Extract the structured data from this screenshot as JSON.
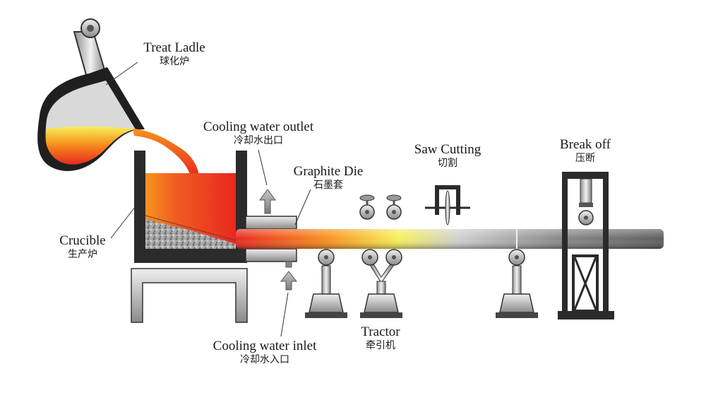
{
  "labels": {
    "treat_ladle": {
      "en": "Treat Ladle",
      "zh": "球化炉"
    },
    "cooling_outlet": {
      "en": "Cooling water outlet",
      "zh": "冷却水出口"
    },
    "graphite_die": {
      "en": "Graphite Die",
      "zh": "石墨套"
    },
    "saw_cutting": {
      "en": "Saw Cutting",
      "zh": "切割"
    },
    "break_off": {
      "en": "Break off",
      "zh": "压断"
    },
    "crucible": {
      "en": "Crucible",
      "zh": "生产炉"
    },
    "tractor": {
      "en": "Tractor",
      "zh": "牵引机"
    },
    "cooling_inlet": {
      "en": "Cooling water inlet",
      "zh": "冷却水入口"
    }
  },
  "colors": {
    "melt_hot": "#e8281e",
    "melt_mid": "#f7941d",
    "melt_cool": "#f4e34a",
    "steel_dark": "#3a3a3a",
    "steel_light": "#d9d9d9",
    "bar": "#6e6e6e"
  }
}
